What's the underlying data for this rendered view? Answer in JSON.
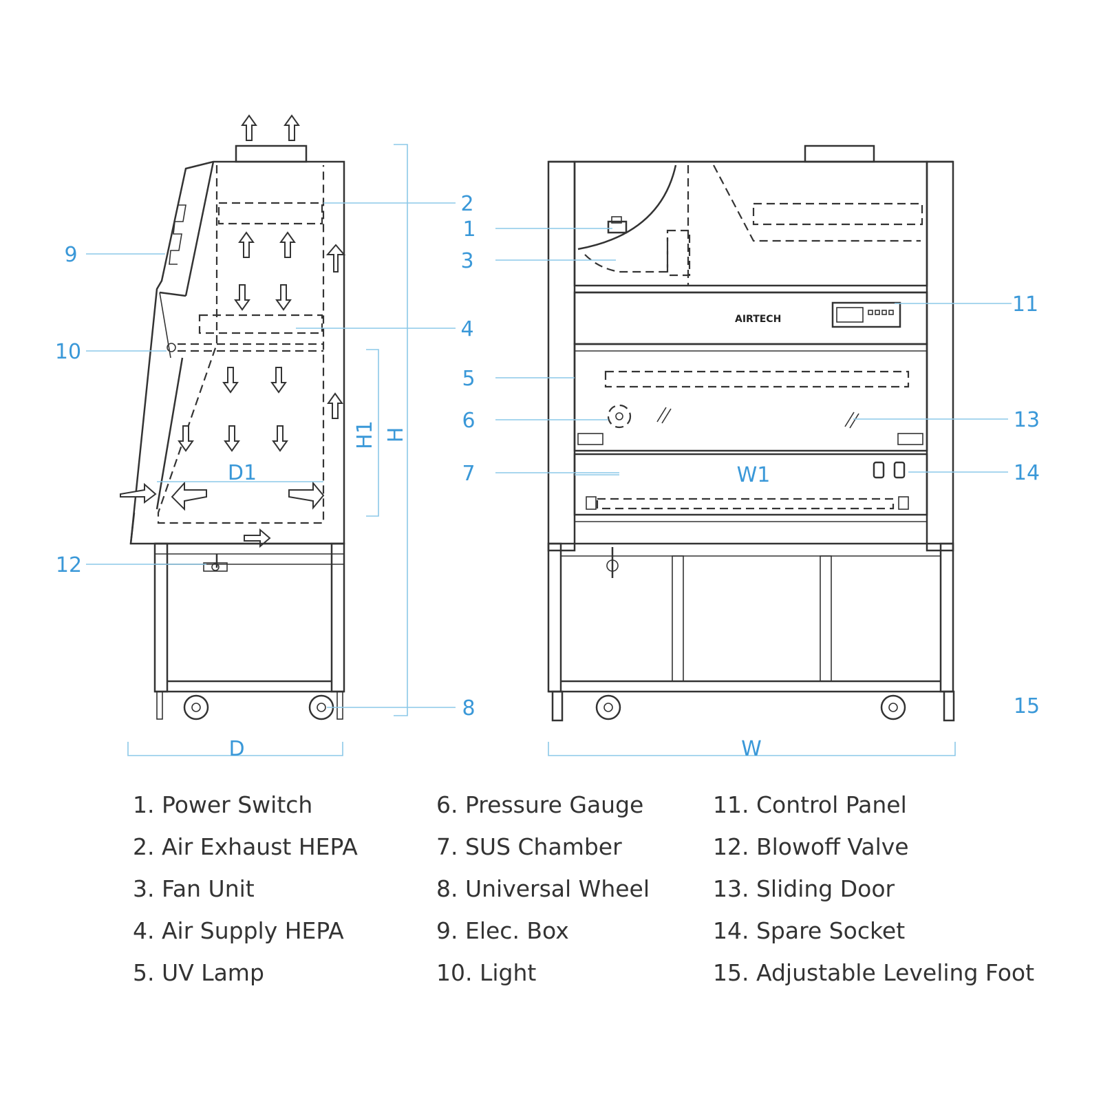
{
  "callouts": {
    "c1": "1",
    "c2": "2",
    "c3": "3",
    "c4": "4",
    "c5": "5",
    "c6": "6",
    "c7": "7",
    "c8": "8",
    "c9": "9",
    "c10": "10",
    "c11": "11",
    "c12": "12",
    "c13": "13",
    "c14": "14",
    "c15": "15"
  },
  "dimensions": {
    "d": "D",
    "d1": "D1",
    "w": "W",
    "w1": "W1",
    "h": "H",
    "h1": "H1"
  },
  "brand": "AIRTECH",
  "legend": {
    "col1": [
      "1. Power Switch",
      "2. Air Exhaust HEPA",
      "3. Fan Unit",
      "4. Air Supply HEPA",
      "5. UV Lamp"
    ],
    "col2": [
      "6. Pressure Gauge",
      "7. SUS Chamber",
      "8. Universal Wheel",
      "9. Elec. Box",
      "10. Light"
    ],
    "col3": [
      "11. Control Panel",
      "12. Blowoff Valve",
      "13. Sliding Door",
      "14. Spare Socket",
      "15. Adjustable Leveling Foot"
    ]
  },
  "colors": {
    "line": "#333333",
    "callout": "#3a98d8",
    "leader": "#8cc8e8"
  }
}
